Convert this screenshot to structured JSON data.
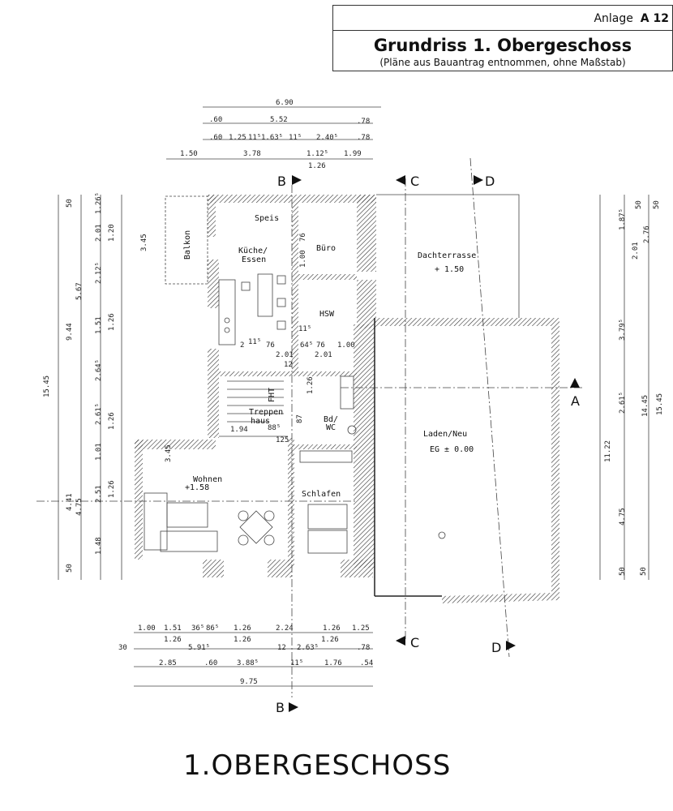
{
  "header": {
    "anlage_prefix": "Anlage",
    "anlage_number": "A 12",
    "title": "Grundriss 1. Obergeschoss",
    "subtitle": "(Pläne aus Bauantrag entnommen, ohne Maßstab)"
  },
  "plan": {
    "caption": "1.OBERGESCHOSS",
    "rooms": {
      "speis": "Speis",
      "kueche": "Küche/",
      "essen": "Essen",
      "buero": "Büro",
      "balkon": "Balkon",
      "hsw": "HSW",
      "dachterrasse": "Dachterrasse",
      "dachterrasse_level": "+ 1.50",
      "treppenhaus_1": "Treppen",
      "treppenhaus_2": "haus",
      "fht": "FHT",
      "bad": "Bd/",
      "wc": "WC",
      "wohnen": "Wohnen",
      "wohnen_level": "+1.58",
      "schlafen": "Schlafen",
      "laden": "Laden/Neu",
      "laden_level": "EG   ± 0.00"
    },
    "sections": {
      "b_top": "B",
      "b_bottom": "B",
      "c_top": "C",
      "c_bottom": "C",
      "d_top": "D",
      "d_bottom": "D",
      "a_right": "A"
    },
    "dims_top": [
      "6.90",
      "5.52",
      ".60",
      "1.25",
      "11⁵",
      "1.63⁵",
      "11⁵",
      "2.40⁵",
      ".78",
      ".60",
      ".78",
      "1.50",
      "3.78",
      "1.12⁵",
      "1.99",
      "1.26"
    ],
    "dims_bottom": [
      "1.00",
      "1.51",
      "36⁵",
      "86⁵",
      "1.26",
      "2.24",
      "1.26",
      "1.25",
      "1.26",
      "1.26",
      "5.91⁵",
      "12",
      "2.63⁵",
      "1.26",
      ".78",
      "30",
      "2.85",
      ".60",
      "3.88⁵",
      "11⁵",
      "1.76",
      ".54",
      "9.75"
    ],
    "dims_left": [
      "15.45",
      "9.44",
      "5.67",
      "4.41",
      "4.75",
      "2.51",
      "1.26",
      "1.48",
      "50",
      "2.01",
      "1.20",
      "2.12⁵",
      "1.51",
      "1.26",
      "2.64⁵",
      "2.61⁵",
      "1.01",
      "1.26",
      "3.45",
      "1.26⁵",
      "50",
      "3.45"
    ],
    "dims_right": [
      "15.45",
      "14.45",
      "11.22",
      "4.75",
      "3.79⁵",
      "2.61⁵",
      "2.76",
      "2.01",
      "1.87⁵",
      "50",
      "50",
      "50",
      "50"
    ],
    "dims_inner": [
      "2",
      "11⁵",
      "76",
      "64⁵",
      "76",
      "1.00",
      "2.01",
      "2.01",
      "12",
      "11⁵",
      "1.26",
      "1.94",
      "88⁵",
      "125",
      "76",
      "1.00",
      "87"
    ]
  }
}
